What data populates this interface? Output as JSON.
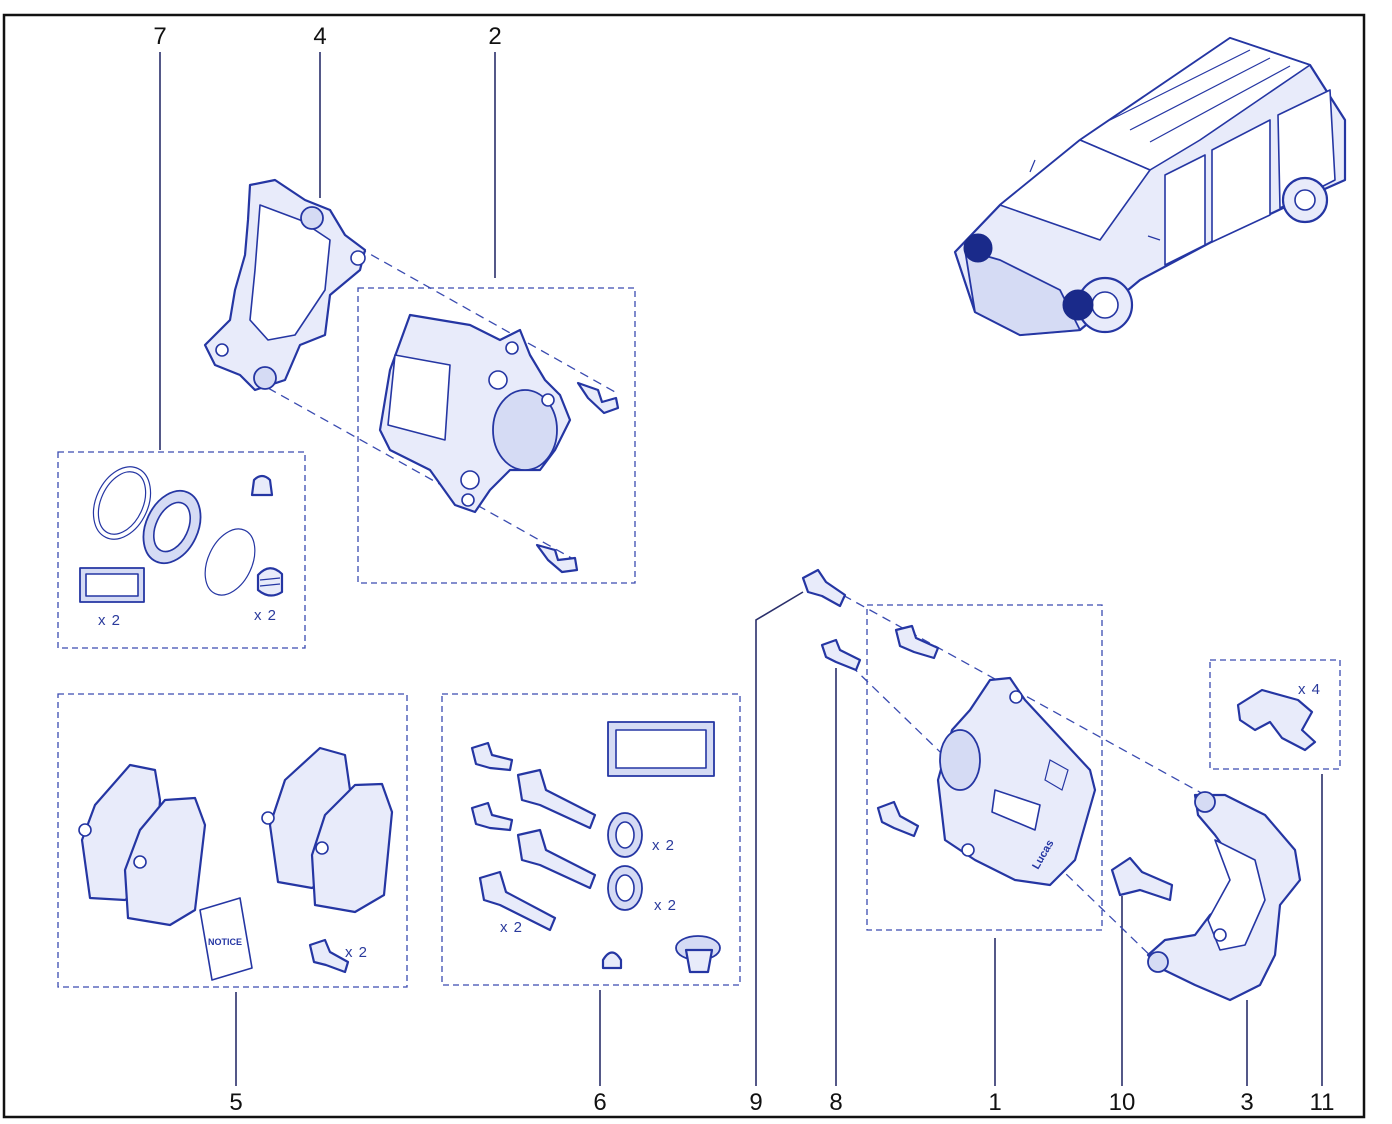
{
  "diagram": {
    "callouts": {
      "c7": "7",
      "c4": "4",
      "c2": "2",
      "c5": "5",
      "c6": "6",
      "c9": "9",
      "c8": "8",
      "c1": "1",
      "c10": "10",
      "c3": "3",
      "c11": "11"
    },
    "quantities": {
      "kit7_patch": "x 2",
      "kit7_spring": "x 2",
      "kit5_bolt": "x 2",
      "kit6_boot_a": "x 2",
      "kit6_boot_b": "x 2",
      "kit6_pin": "x 2",
      "clip11": "x 4"
    },
    "labels": {
      "notice": "NOTICE",
      "caliper_brand": "Lucas"
    }
  },
  "colors": {
    "line": "#2536a3",
    "fill": "#e8ebfa",
    "frame": "#111111"
  }
}
